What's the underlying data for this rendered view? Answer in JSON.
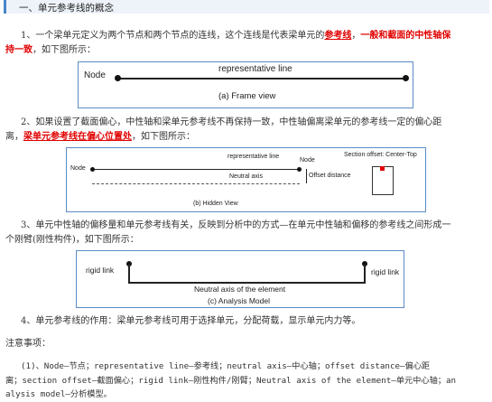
{
  "section_title": "一、单元参考线的概念",
  "para1": {
    "text": "1、一个梁单元定义为两个节点和两个节点的连线，这个连线是代表梁单元的",
    "link": "参考线",
    "sep": "，",
    "emph_a": "一般和截面的中性轴保",
    "emph_b": "持一致",
    "tail": "，如下图所示："
  },
  "fig_a": {
    "node_label": "Node",
    "line_label": "representative line",
    "caption": "(a) Frame view"
  },
  "para2": {
    "text_a": "2、如果设置了截面偏心，中性轴和梁单元参考线不再保持一致，中性轴偏离梁单元的参考线一定的偏心距",
    "text_b": "离，",
    "link": "梁单元参考线在偏心位置处",
    "tail": "，如下图所示："
  },
  "fig_b": {
    "node_left": "Node",
    "rep_line": "representative line",
    "node_right": "Node",
    "neutral": "Neutral axis",
    "offset": "Offset distance",
    "section_offset": "Section offset: Center-Top",
    "caption": "(b) Hidden View"
  },
  "para3": {
    "line1": "3、单元中性轴的偏移量和单元参考线有关，反映到分析中的方式—在单元中性轴和偏移的参考线之间形成一",
    "line2": "个刚臂(刚性构件)，如下图所示："
  },
  "fig_c": {
    "rigid_left": "rigid link",
    "rigid_right": "rigid link",
    "neutral": "Neutral axis of the element",
    "caption": "(c) Analysis Model"
  },
  "para4": "4、单元参考线的作用：梁单元参考线可用于选择单元，分配荷载，显示单元内力等。",
  "notes_title": "注意事项：",
  "note1": {
    "line1": "(1)、Node—节点；representative   line—参考线；neutral axis—中心轴；offset distance—偏心距",
    "line2": "离；section offset—截面偏心；rigid link—刚性构件/刚臂；Neutral axis of the element—单元中心轴；an",
    "line3": "alysis model—分析模型。"
  },
  "colors": {
    "accent": "#4a86c8",
    "emphasis": "#e00000",
    "marker": "#e00000"
  }
}
